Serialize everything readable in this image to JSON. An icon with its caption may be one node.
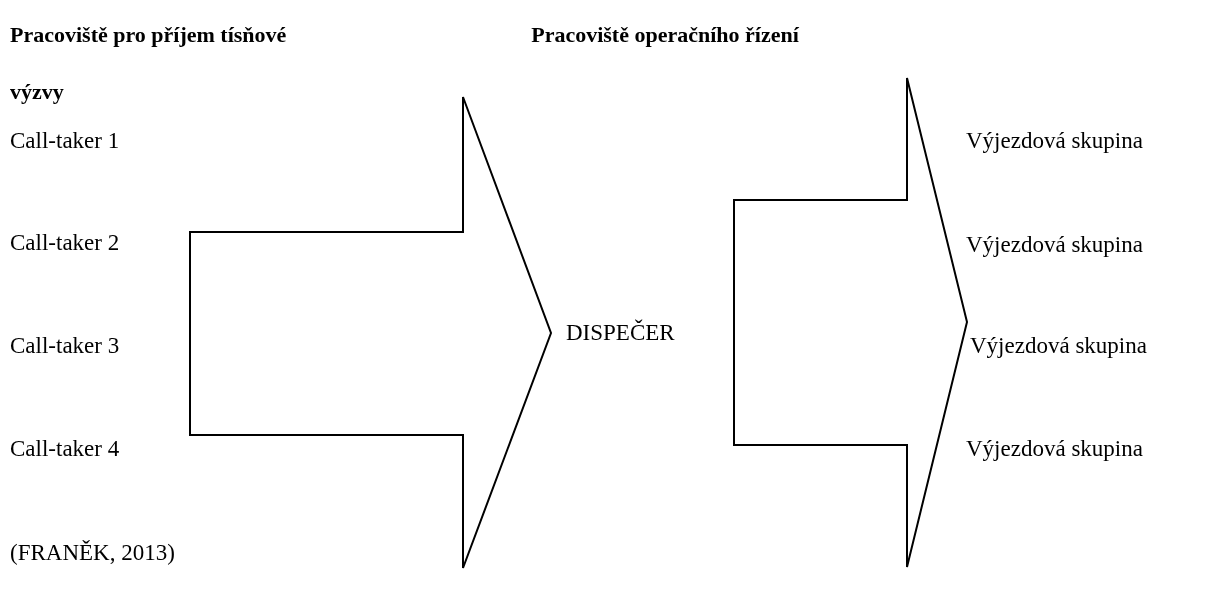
{
  "diagram": {
    "caption": "(FRANĚK, 2013)",
    "nodes": [
      {
        "text": [
          "Call-taker 1"
        ]
      },
      {
        "text": [
          "Call-taker 2"
        ]
      },
      {
        "text": [
          "Call-taker 3"
        ]
      },
      {
        "text": [
          "Call-taker 4"
        ]
      },
      {
        "text": [],
        "shape": "arrow"
      },
      {
        "text": [
          "DISPEČER"
        ]
      },
      {
        "text": [],
        "shape": "arrow"
      },
      {
        "text": [
          "Výjezdová skupina"
        ]
      },
      {
        "text": [
          "Výjezdová skupina"
        ]
      },
      {
        "text": [
          "Výjezdová skupina"
        ]
      },
      {
        "text": [
          "Výjezdová skupina"
        ]
      }
    ],
    "labels": [
      "Pracoviště pro příjem tísňové výzvy",
      "Pracoviště operačního řízení"
    ]
  }
}
